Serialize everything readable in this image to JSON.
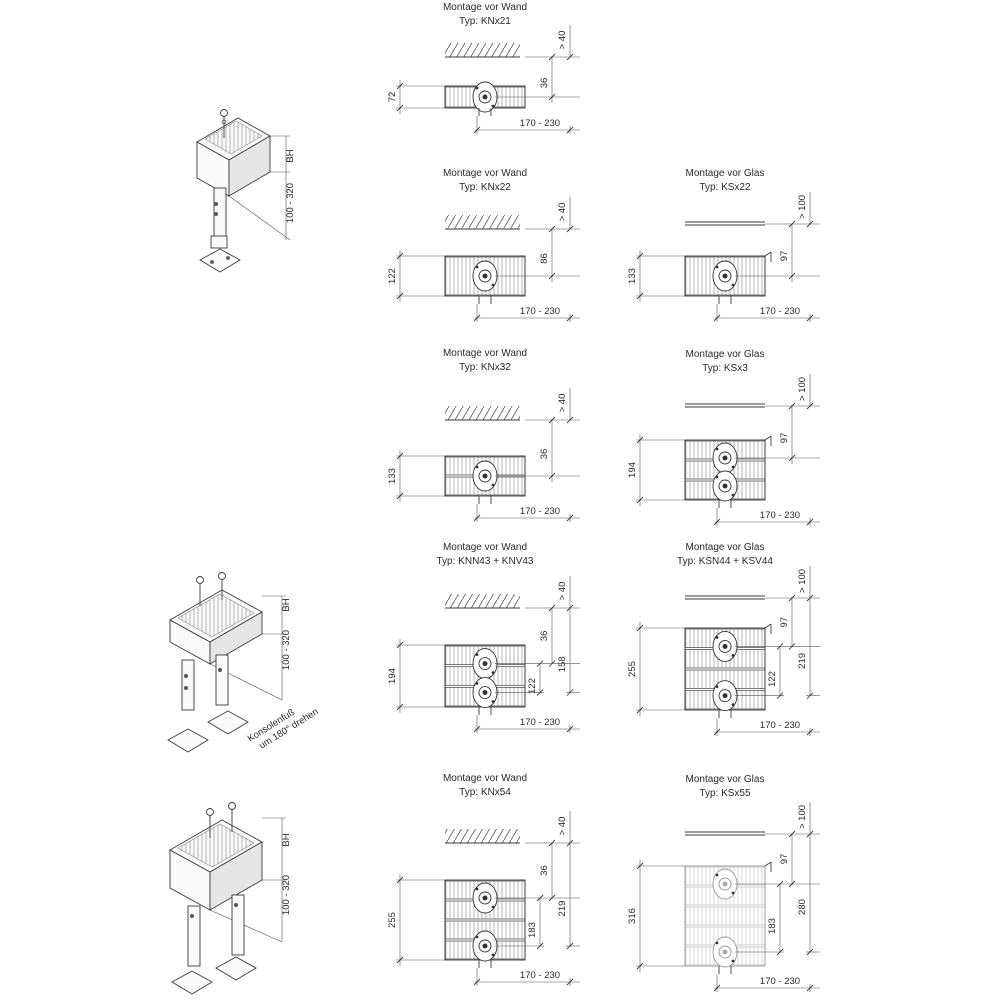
{
  "sections": [
    {
      "id": "w21",
      "caption": [
        "Montage vor Wand",
        "Typ: KNx21"
      ],
      "dims": {
        "top": "> 40",
        "height": "72",
        "offset": "36",
        "width": "170 - 230"
      }
    },
    {
      "id": "w22",
      "caption": [
        "Montage vor Wand",
        "Typ: KNx22"
      ],
      "dims": {
        "top": "> 40",
        "height": "122",
        "offset": "86",
        "width": "170 - 230"
      }
    },
    {
      "id": "g22",
      "caption": [
        "Montage vor Glas",
        "Typ: KSx22"
      ],
      "dims": {
        "top": "> 100",
        "height": "133",
        "offset": "97",
        "width": "170 - 230"
      }
    },
    {
      "id": "w32",
      "caption": [
        "Montage vor Wand",
        "Typ: KNx32"
      ],
      "dims": {
        "top": "> 40",
        "height": "133",
        "offset": "36",
        "width": "170 - 230"
      }
    },
    {
      "id": "g3",
      "caption": [
        "Montage vor Glas",
        "Typ: KSx3"
      ],
      "dims": {
        "top": "> 100",
        "height": "194",
        "offset": "97",
        "width": "170 - 230"
      }
    },
    {
      "id": "w43",
      "caption": [
        "Montage vor Wand",
        "Typ: KNN43 + KNV43"
      ],
      "dims": {
        "top": "> 40",
        "upper": "36",
        "height": "194",
        "inner": "122",
        "outer": "158",
        "width": "170 - 230"
      }
    },
    {
      "id": "g44",
      "caption": [
        "Montage vor Glas",
        "Typ: KSN44 + KSV44"
      ],
      "dims": {
        "top": "> 100",
        "upper": "97",
        "height": "255",
        "inner": "122",
        "outer": "219",
        "width": "170 - 230"
      }
    },
    {
      "id": "w54",
      "caption": [
        "Montage vor Wand",
        "Typ: KNx54"
      ],
      "dims": {
        "top": "> 40",
        "upper": "36",
        "height": "255",
        "inner": "183",
        "outer": "219",
        "width": "170 - 230"
      }
    },
    {
      "id": "g55",
      "caption": [
        "Montage vor Glas",
        "Typ: KSx55"
      ],
      "dims": {
        "top": "> 100",
        "upper": "97",
        "height": "316",
        "inner": "183",
        "outer": "280",
        "width": "170 - 230"
      }
    }
  ],
  "iso": {
    "bh": "BH",
    "range": "100 - 320",
    "note": [
      "Konsolenfuß",
      "um 180° drehen"
    ]
  }
}
